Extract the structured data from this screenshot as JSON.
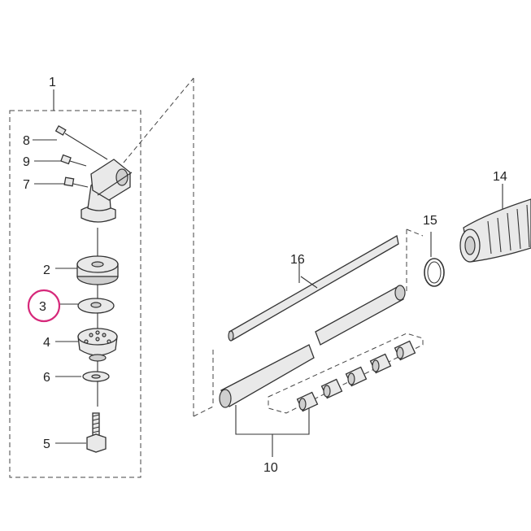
{
  "callouts": [
    {
      "id": "1",
      "text": "1"
    },
    {
      "id": "2",
      "text": "2"
    },
    {
      "id": "3",
      "text": "3"
    },
    {
      "id": "4",
      "text": "4"
    },
    {
      "id": "5",
      "text": "5"
    },
    {
      "id": "6",
      "text": "6"
    },
    {
      "id": "7",
      "text": "7"
    },
    {
      "id": "8",
      "text": "8"
    },
    {
      "id": "9",
      "text": "9"
    },
    {
      "id": "10",
      "text": "10"
    },
    {
      "id": "14",
      "text": "14"
    },
    {
      "id": "15",
      "text": "15"
    },
    {
      "id": "16",
      "text": "16"
    }
  ],
  "highlight": {
    "callout": "3",
    "color": "#d6287a"
  },
  "colors": {
    "line": "#333333",
    "part_fill": "#e9e9e9",
    "part_shade": "#cfcfcf"
  }
}
